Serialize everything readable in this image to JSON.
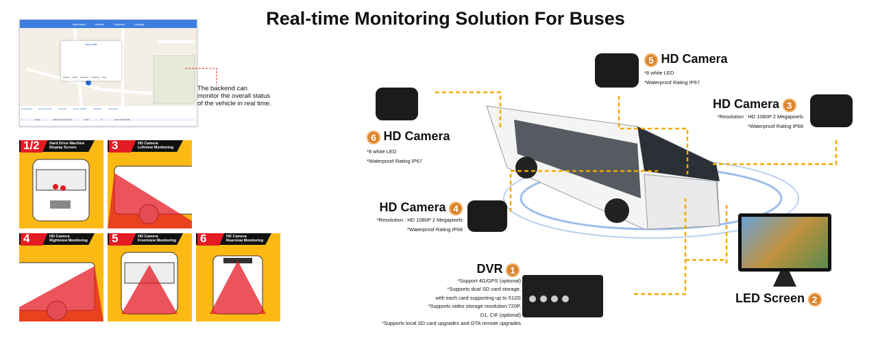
{
  "title": "Real-time Monitoring Solution For Buses",
  "dashboard": {
    "nav": [
      "Dashboard",
      "Monitor",
      "Playback",
      "Manage"
    ],
    "popup_title": "Park 1h46M",
    "popup_actions": [
      "History",
      "Video",
      "Playback",
      "Tracking",
      "Cmd"
    ],
    "tabs": [
      "Checked(1)",
      "Emergency(0)",
      "Alarm(0)",
      "Device Msg(0)",
      "Media(0)",
      "Expired(0)"
    ],
    "table_row": [
      "1",
      "Online",
      "2025-12-02 14:02:14",
      "GPS",
      "0",
      "ACC ON 1H35M"
    ]
  },
  "caption": [
    "The backend can",
    "monitor the overall status",
    "of the vehicle in real time."
  ],
  "tiles": [
    {
      "num": "1/2",
      "line1": "Hard Drive Machine",
      "line2": "Display Screen"
    },
    {
      "num": "3",
      "line1": "HD Camera",
      "line2": "Leftview Monitoring"
    },
    {
      "num": "4",
      "line1": "HD Camera",
      "line2": "Rightview Monitoring"
    },
    {
      "num": "5",
      "line1": "HD Camera",
      "line2": "Frontview Monitoring"
    },
    {
      "num": "6",
      "line1": "HD Camera",
      "line2": "Rearview Monitoring"
    }
  ],
  "components": {
    "cam5": {
      "title": "HD Camera",
      "num": "5",
      "notes": [
        "*8 white LED",
        "*Waterproof Rating IP67"
      ]
    },
    "cam3": {
      "title": "HD Camera",
      "num": "3",
      "notes": [
        "*Resolution : HD 1080P 2 Megapixels",
        "*Waterproof Rating IP68"
      ]
    },
    "cam6": {
      "title": "HD Camera",
      "num": "6",
      "notes": [
        "*8 white LED",
        "*Waterproof Rating IP67"
      ]
    },
    "cam4": {
      "title": "HD Camera",
      "num": "4",
      "notes": [
        "*Resolution : HD 1080P 2 Megapixels",
        "*Waterproof Rating IP68"
      ]
    },
    "dvr": {
      "title": "DVR",
      "num": "1",
      "notes": [
        "*Support 4G/GPS (optional)",
        "*Supports dual SD card storage,",
        "with each card supporting up to 512G",
        "*Supports video storage resolution:720P,",
        "D1, CIF (optional)",
        "*Supports local SD card upgrades and OTA remote upgrades"
      ]
    },
    "screen": {
      "title": "LED Screen",
      "num": "2"
    }
  },
  "colors": {
    "accent": "#f5a800",
    "badge": "#d9822b",
    "tile_bg": "#fdb913",
    "tile_red": "#e31b23"
  }
}
